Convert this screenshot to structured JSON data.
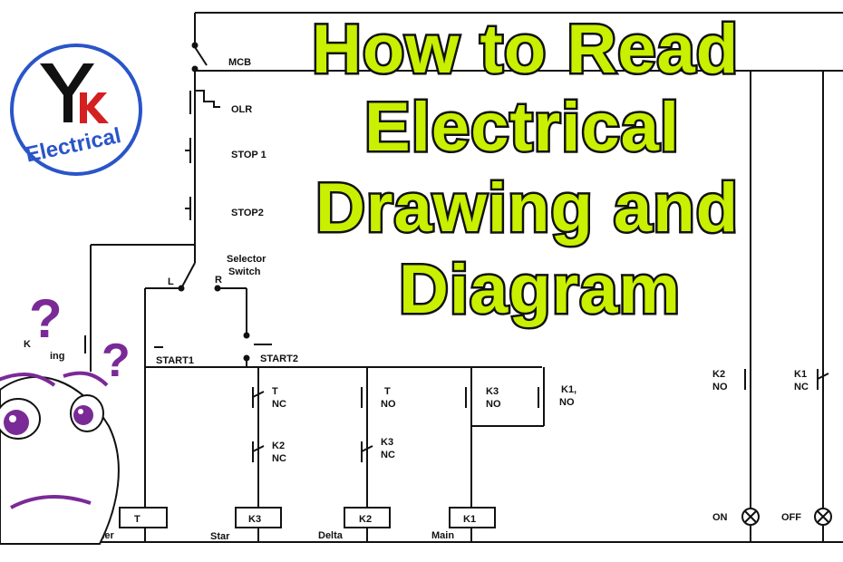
{
  "title_lines": [
    "How to Read",
    "Electrical",
    "Drawing and",
    "Diagram"
  ],
  "logo": {
    "letters": "YK",
    "text": "Electrical",
    "ring_color": "#2a55c9",
    "text_color": "#2a55c9",
    "k_color": "#d42020"
  },
  "colors": {
    "title_fill": "#c8f000",
    "title_outline": "#111111",
    "wire": "#111111",
    "cartoon_purple": "#7a2a96"
  },
  "labels": {
    "mcb": "MCB",
    "olr": "OLR",
    "stop1": "STOP 1",
    "stop2": "STOP2",
    "selector_line1": "Selector",
    "selector_line2": "Switch",
    "sel_l": "L",
    "sel_r": "R",
    "start1": "START1",
    "start2": "START2",
    "left_k": "K",
    "left_ing": "ing",
    "t_nc_a": "T",
    "t_nc_b": "NC",
    "k2_nc_a": "K2",
    "k2_nc_b": "NC",
    "t_no_a": "T",
    "t_no_b": "NO",
    "k3_nc_a": "K3",
    "k3_nc_b": "NC",
    "k3_no_a": "K3",
    "k3_no_b": "NO",
    "k1_no_a": "K1,",
    "k1_no_b": "NO",
    "right_k2_a": "K2",
    "right_k2_b": "NO",
    "right_k1_a": "K1",
    "right_k1_b": "NC",
    "coil_t": "T",
    "coil_k3": "K3",
    "coil_k2": "K2",
    "coil_k1": "K1",
    "timer": "Timer",
    "star": "Star",
    "delta": "Delta",
    "main": "Main",
    "on": "ON",
    "off": "OFF"
  },
  "cartoon": {
    "q1": "?",
    "q2": "?"
  }
}
